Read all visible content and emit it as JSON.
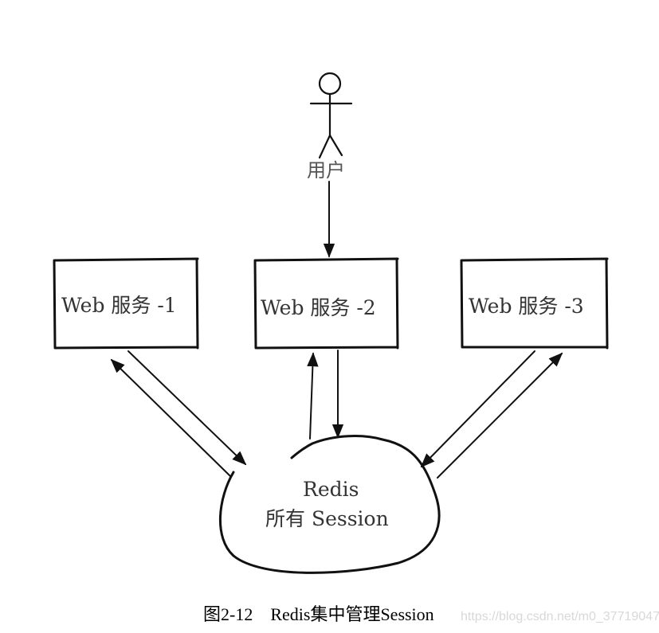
{
  "actor": {
    "label": "用户"
  },
  "servers": [
    {
      "label": "Web 服务 -1"
    },
    {
      "label": "Web 服务 -2"
    },
    {
      "label": "Web 服务 -3"
    }
  ],
  "redis": {
    "line1": "Redis",
    "line2": "所有 Session"
  },
  "caption": "图2-12    Redis集中管理Session",
  "watermark": "https://blog.csdn.net/m0_37719047"
}
